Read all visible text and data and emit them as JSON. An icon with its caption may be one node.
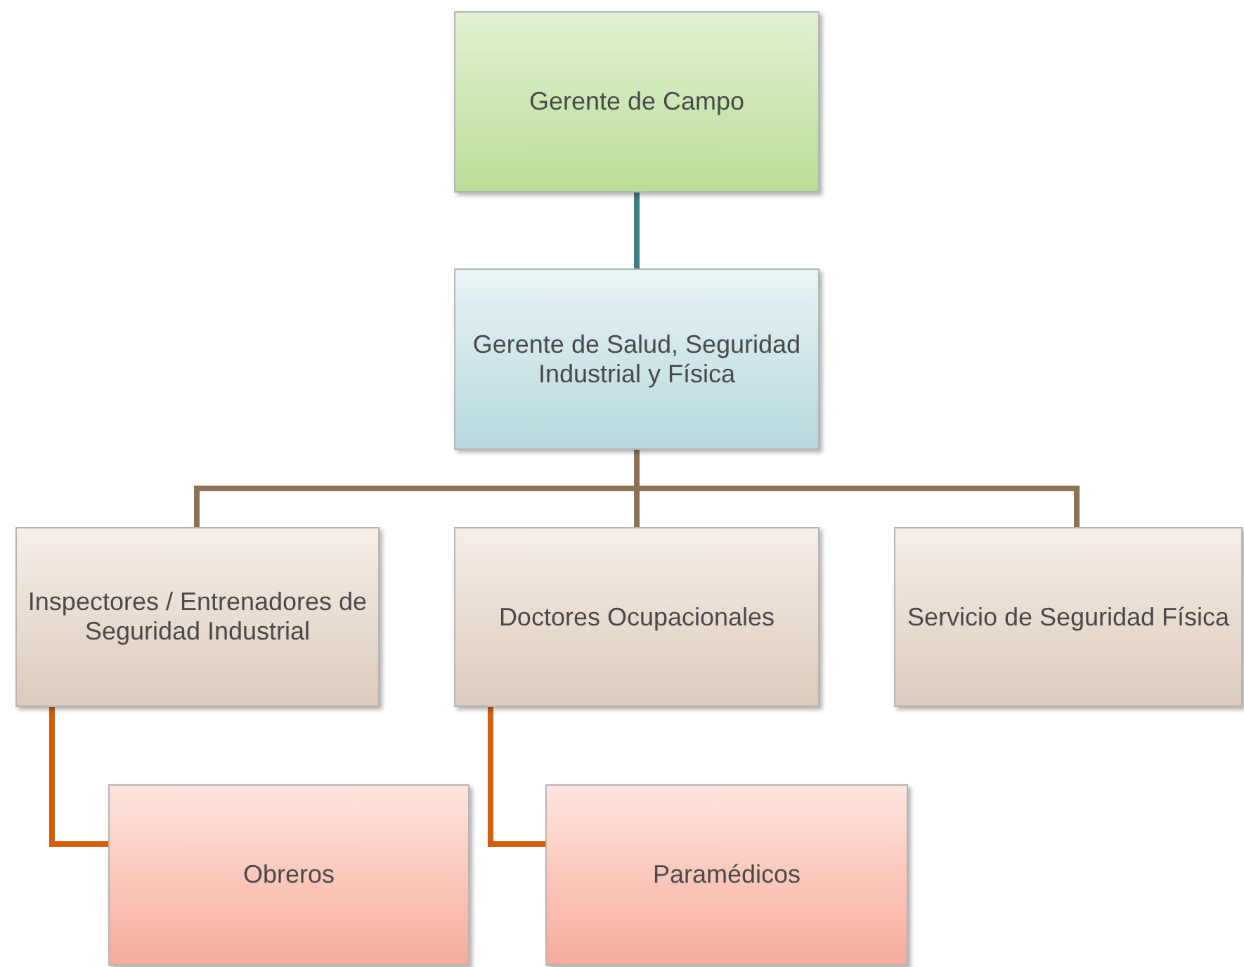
{
  "diagram": {
    "nodes": [
      {
        "text": [
          "Gerente de Campo"
        ]
      },
      {
        "text": [
          "Gerente de Salud, Seguridad Industrial y Física"
        ]
      },
      {
        "text": [
          "Inspectores / Entrenadores de Seguridad Industrial"
        ]
      },
      {
        "text": [
          "Doctores Ocupacionales"
        ]
      },
      {
        "text": [
          "Servicio de Seguridad Física"
        ]
      },
      {
        "text": [
          "Obreros"
        ]
      },
      {
        "text": [
          "Paramédicos"
        ]
      }
    ],
    "edges": [
      {
        "from": 0,
        "to": 1,
        "arrow": "none",
        "color": "#3b7f80"
      },
      {
        "from": 1,
        "to": 2,
        "arrow": "none"
      },
      {
        "from": 1,
        "to": 3,
        "arrow": "none"
      },
      {
        "from": 1,
        "to": 4,
        "arrow": "none"
      },
      {
        "from": 2,
        "to": 5,
        "arrow": "none",
        "color": "#d35f0b"
      },
      {
        "from": 3,
        "to": 6,
        "arrow": "none",
        "color": "#d35f0b"
      }
    ]
  }
}
